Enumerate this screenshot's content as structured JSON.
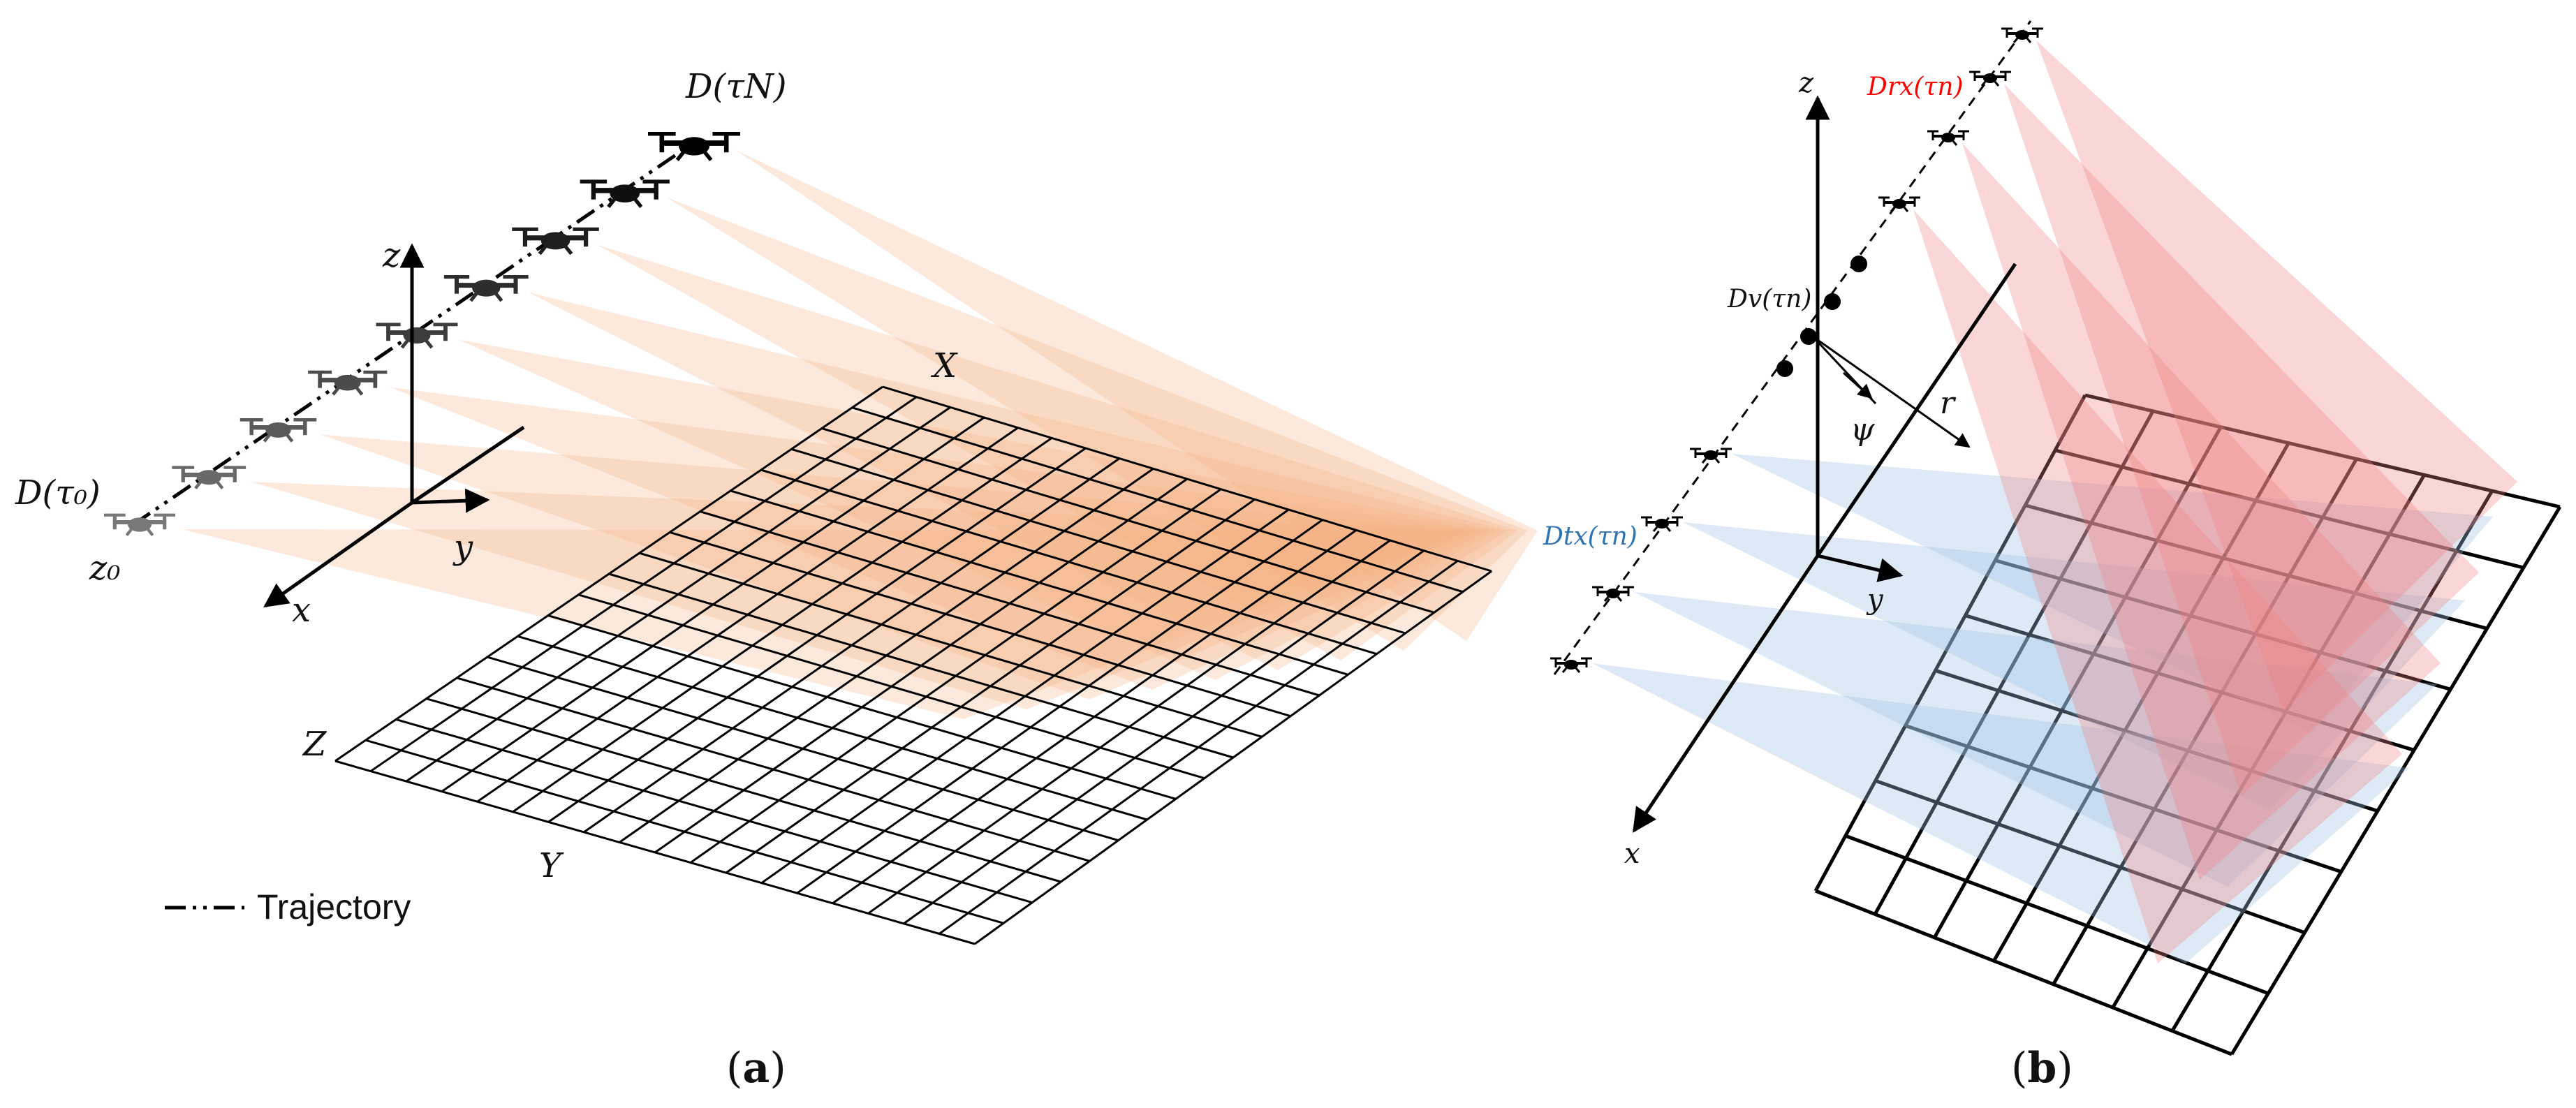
{
  "panel_a": {
    "caption": "(a)",
    "drone_start_label": "D(τ₀)",
    "drone_end_label": "D(τN)",
    "altitude_label": "z₀",
    "axis_x": "x",
    "axis_y": "y",
    "axis_z": "z",
    "grid_label_X": "X",
    "grid_label_Y": "Y",
    "grid_label_Z": "Z",
    "legend_text": "Trajectory",
    "beam_color": "#f4b183",
    "drone_count": 9
  },
  "panel_b": {
    "caption": "(b)",
    "rx_label": "Drx(τn)",
    "tx_label": "Dtx(τn)",
    "virtual_label": "Dv(τn)",
    "axis_x": "x",
    "axis_y": "y",
    "axis_z": "z",
    "angle_label": "ψ",
    "range_label": "r",
    "rx_color": "#ff0000",
    "tx_color": "#2e75b6",
    "rx_beam_color": "#f08080",
    "tx_beam_color": "#9dc3e6"
  }
}
